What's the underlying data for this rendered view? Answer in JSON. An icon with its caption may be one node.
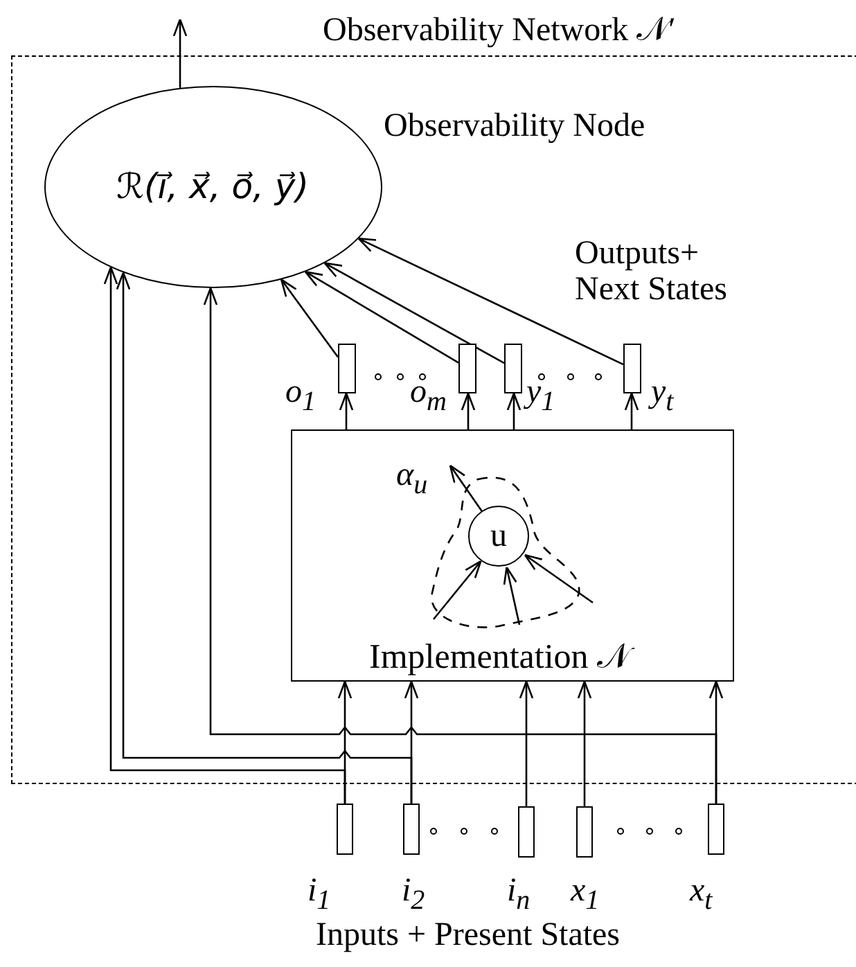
{
  "diagram": {
    "nodes": [
      {
        "text": [
          "Observability Network 𝒩′"
        ]
      },
      {
        "text": [
          "ℛ(i⃗, x⃗, o⃗, y⃗)"
        ],
        "beside": [
          "Observability Node"
        ],
        "in": 0
      },
      {
        "text": [
          "Implementation 𝒩"
        ],
        "in": 0
      },
      {
        "text": [
          "u"
        ],
        "in": 2
      },
      {
        "text": [],
        "shape": "box",
        "beside": [
          "o$_{1}$"
        ],
        "in": 0
      },
      {
        "text": [],
        "shape": "box",
        "beside": [
          "o$_{m}$"
        ],
        "in": 0
      },
      {
        "text": [],
        "shape": "box",
        "beside": [
          "y$_{1}$"
        ],
        "in": 0
      },
      {
        "text": [],
        "shape": "box",
        "beside": [
          "y$_{t}$"
        ],
        "in": 0
      },
      {
        "text": [],
        "shape": "box",
        "beside": [
          "i$_{1}$"
        ]
      },
      {
        "text": [],
        "shape": "box",
        "beside": [
          "i$_{2}$"
        ]
      },
      {
        "text": [],
        "shape": "box",
        "beside": [
          "i$_{n}$"
        ]
      },
      {
        "text": [],
        "shape": "box",
        "beside": [
          "x$_{1}$"
        ]
      },
      {
        "text": [],
        "shape": "box",
        "beside": [
          "x$_{t}$"
        ]
      }
    ],
    "edges": [
      {
        "from": 1,
        "to": null,
        "arrow": "to"
      },
      {
        "from": 2,
        "to": 4,
        "arrow": "to"
      },
      {
        "from": 2,
        "to": 5,
        "arrow": "to"
      },
      {
        "from": 2,
        "to": 6,
        "arrow": "to"
      },
      {
        "from": 2,
        "to": 7,
        "arrow": "to"
      },
      {
        "from": 4,
        "to": 1,
        "arrow": "to"
      },
      {
        "from": 5,
        "to": 1,
        "arrow": "to"
      },
      {
        "from": 6,
        "to": 1,
        "arrow": "to"
      },
      {
        "from": 7,
        "to": 1,
        "arrow": "to"
      },
      {
        "from": 8,
        "to": 2,
        "arrow": "to"
      },
      {
        "from": 9,
        "to": 2,
        "arrow": "to"
      },
      {
        "from": 10,
        "to": 2,
        "arrow": "to"
      },
      {
        "from": 11,
        "to": 2,
        "arrow": "to"
      },
      {
        "from": 12,
        "to": 2,
        "arrow": "to"
      },
      {
        "from": 8,
        "to": 1,
        "arrow": "to"
      },
      {
        "from": 9,
        "to": 1,
        "arrow": "to"
      },
      {
        "from": 12,
        "to": 1,
        "arrow": "to"
      },
      {
        "from": 3,
        "to": null,
        "arrow": "to",
        "label": "α$_{u}$"
      },
      {
        "from": null,
        "to": 3,
        "arrow": "to"
      },
      {
        "from": null,
        "to": 3,
        "arrow": "to"
      },
      {
        "from": null,
        "to": 3,
        "arrow": "to"
      }
    ],
    "labels": [
      "Outputs+ Next States",
      "Inputs + Present States"
    ]
  }
}
